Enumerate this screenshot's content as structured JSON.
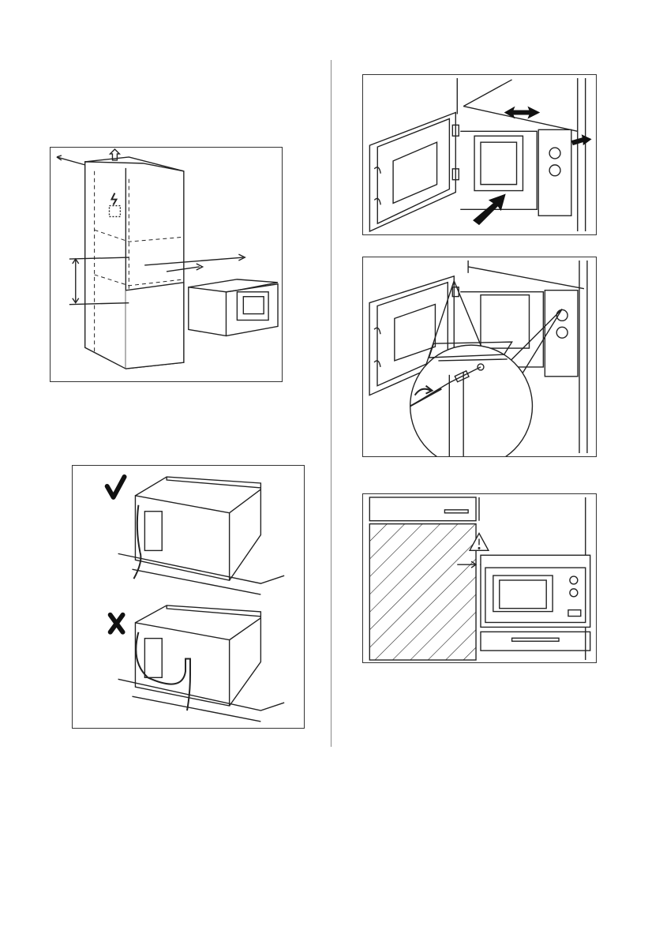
{
  "page": {
    "panels": [
      {
        "id": "cabinet-dimensions",
        "icons": [
          "power-socket-icon",
          "airflow-up-arrow-icon"
        ]
      },
      {
        "id": "power-cable-routing",
        "icons": [
          "check-mark-icon",
          "cross-mark-icon"
        ]
      },
      {
        "id": "door-and-frame-insertion",
        "icons": [
          "double-arrow-icon",
          "push-arrow-icon"
        ]
      },
      {
        "id": "screw-fixing-detail",
        "icons": [
          "rotate-arrow-icon",
          "magnifier-callout"
        ]
      },
      {
        "id": "adjacent-cabinet-clearance",
        "icons": [
          "warning-triangle-icon"
        ]
      }
    ],
    "colors": {
      "line": "#222222",
      "accent": "#111111",
      "background": "#ffffff"
    }
  }
}
